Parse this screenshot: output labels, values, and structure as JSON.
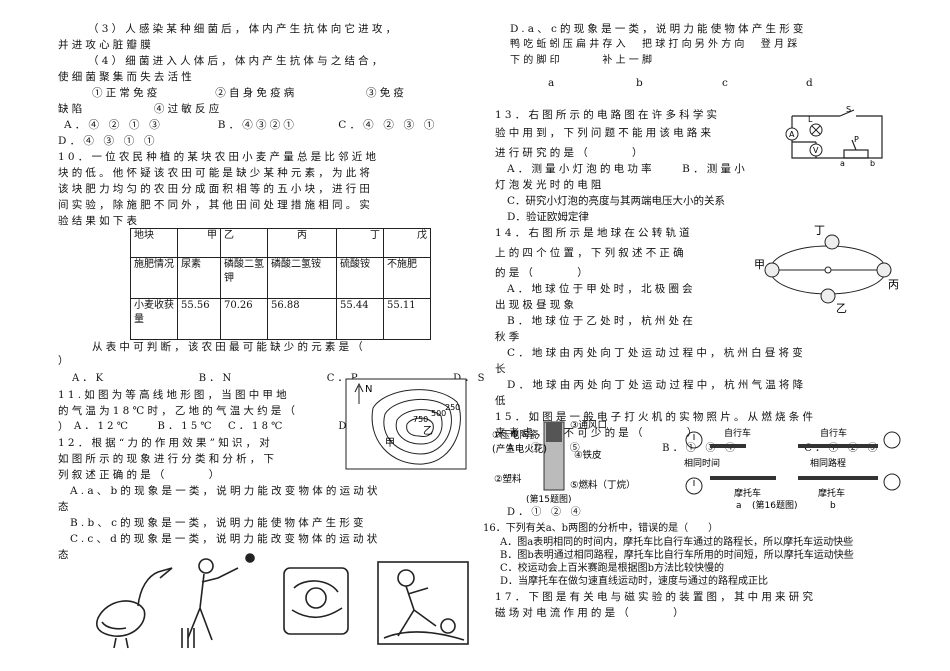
{
  "left": {
    "l1": "（3）人感染某种细菌后，体内产生抗体向它进攻，",
    "l2": "并进攻心脏瓣膜",
    "l3": "（4）细菌进入人体后，体内产生抗体与之结合，",
    "l4": "使细菌聚集而失去活性",
    "l5": "①正常免疫　　　　②自身免疫病　　　　　③免疫",
    "l6": "缺陷　　　　　④过敏反应",
    "l7": "A．④ ② ① ③　　　　B．④③②①　　　C．④ ② ③ ①",
    "l8": "D．④ ③ ① ①",
    "q10_1": "10．一位农民种植的某块农田小麦产量总是比邻近地",
    "q10_2": "块的低。他怀疑该农田可能是缺少某种元素，为此将",
    "q10_3": "该块肥力均匀的农田分成面积相等的五小块，进行田",
    "q10_4": "间实验，除施肥不同外，其他田间处理措施相同。实",
    "q10_5": "验结果如下表",
    "q10_after": "从表中可判断，该农田最可能缺少的元素是（",
    "q10_close": "）",
    "q10_opts": "A．K　　　　　　　B．N　　　　　　　C．P　　　　　　　D．S",
    "q11_1": "11.如图为等高线地形图，当图中甲地",
    "q11_2": "的气温为18℃时，乙地的气温大约是（",
    "q11_3": "）",
    "q11_opts": "A．12℃　　B．15℃　C．18℃　　　　D．21℃",
    "q12_1": "12．根据“力的作用效果”知识，对",
    "q12_2": "如图所示的现象进行分类和分析，下",
    "q12_3": "列叙述正确的是（　　　）",
    "q12_a": "A.a、b的现象是一类，说明力能改变物体的运动状",
    "q12_a2": "态",
    "q12_b": "B.b、c的现象是一类，说明力能使物体产生形变",
    "q12_c": "C.c、d的现象是一类，说明力能改变物体的运动状",
    "q12_c2": "态"
  },
  "table": {
    "header": [
      "地块",
      "甲",
      "乙",
      "丙",
      "丁",
      "戊"
    ],
    "row1_label": "施肥情况",
    "row1": [
      "尿素",
      "磷酸二氢钾",
      "磷酸二氢铵",
      "硫酸铵",
      "不施肥"
    ],
    "row2_label": "小麦收获量",
    "row2": [
      "55.56",
      "70.26",
      "56.88",
      "55.44",
      "55.11"
    ]
  },
  "contour": {
    "north": "N",
    "v750": "750",
    "v500": "500",
    "v250": "250",
    "jia": "甲",
    "yi": "乙"
  },
  "right": {
    "d1": "D.a、c的现象是一类，说明力能使物体产生形变",
    "d2": "鸭吃蚯蚓压扁井存入　把球打向另外方向　登月踩",
    "d3": "下的脚印　　　补上一脚",
    "abcd": [
      "a",
      "b",
      "c",
      "d"
    ],
    "q13_1": "13．右图所示的电路图在许多科学实",
    "q13_2": "验中用到，下列问题不能用该电路来",
    "q13_3": "进行研究的是（　　　）",
    "q13_a": "A．测量小灯泡的电功率　　B．测量小",
    "q13_a2": "灯泡发光时的电阻",
    "q13_c": "C．研究小灯泡的亮度与其两端电压大小的关系",
    "q13_d": "D．验证欧姆定律",
    "q14_1": "14．右图所示是地球在公转轨道",
    "q14_2": "上的四个位置，下列叙述不正确",
    "q14_3": "的是（　　　）",
    "q14_a": "A．地球位于甲处时，北极圈会",
    "q14_a2": "出现极昼现象",
    "q14_b": "B．地球位于乙处时，杭州处在",
    "q14_b2": "秋季",
    "q14_c": "C．地球由丙处向丁处运动过程中，杭州白昼将变",
    "q14_c2": "长",
    "q14_d": "D．地球由丙处向丁处运动过程中，杭州气温将降",
    "q14_d2": "低",
    "q15_1": "15．如图是一般电子打火机的实物照片。从燃烧条件",
    "q15_2": "来考虑，必不可少的是（　　　）",
    "q15_opts": "A．① ③ ⑤　　　　　　B．① ③ ④　　　　　C．① ② ③",
    "q15_d": "D．① ② ④",
    "q16": "16．下列有关a、b两图的分析中，错误的是（　　）",
    "q16_a": "A．图a表明相同的时间内，摩托车比自行车通过的路程长，所以摩托车运动快些",
    "q16_b": "B．图b表明通过相同路程，摩托车比自行车所用的时间短，所以摩托车运动快些",
    "q16_c": "C．校运动会上百米赛跑是根据图b方法比较快慢的",
    "q16_d": "D．当摩托车在做匀速直线运动时，速度与通过的路程成正比",
    "q17_1": "17．下图是有关电与磁实验的装置图，其中用来研究",
    "q17_2": "磁场对电流作用的是（　　　）"
  },
  "circuit": {
    "A": "A",
    "V": "V",
    "L": "L",
    "S": "S",
    "P": "P",
    "a": "a",
    "b": "b"
  },
  "orbit": {
    "ding": "丁",
    "jia": "甲",
    "bing": "丙",
    "yi": "乙"
  },
  "lighter": {
    "l1": "①压电陶瓷",
    "l2": "(产生电火花)",
    "l3": "③通风口",
    "l4": "④铁皮",
    "l5": "②塑料",
    "l6": "⑤燃料（丁烷）",
    "cap": "(第15题图)"
  },
  "motion": {
    "bike": "自行车",
    "same_time": "相同时间",
    "moto": "摩托车",
    "a": "a",
    "bike2": "自行车",
    "same_dist": "相同路程",
    "moto2": "摩托车",
    "b": "b",
    "cap": "(第16题图)"
  }
}
